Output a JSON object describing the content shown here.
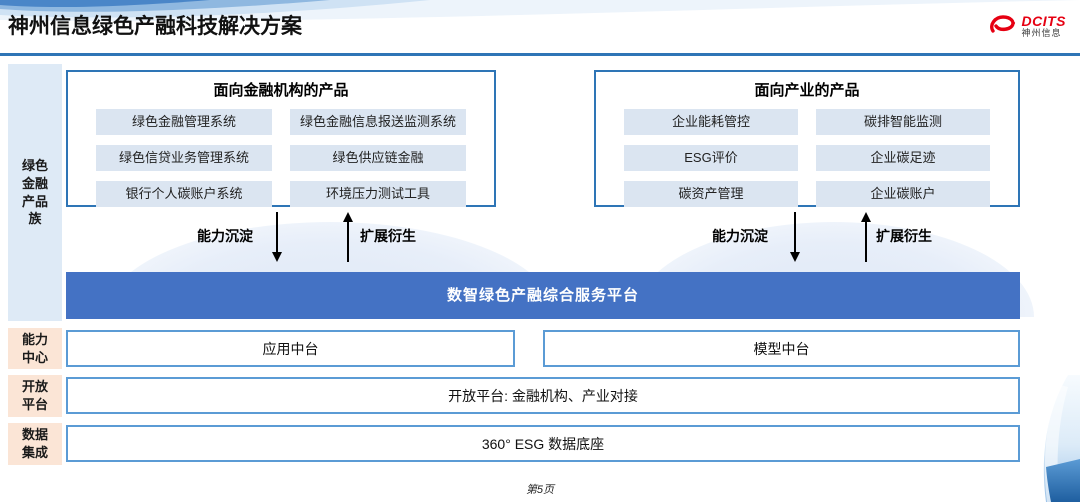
{
  "header": {
    "title": "神州信息绿色产融科技解决方案",
    "logo": {
      "brand": "DCITS",
      "brand_cn": "神州信息"
    }
  },
  "sidebar": {
    "product_family": "绿色金融产品族",
    "capability_center": "能力中心",
    "open_platform": "开放平台",
    "data_integration": "数据集成"
  },
  "panels": [
    {
      "title": "面向金融机构的产品",
      "items": [
        "绿色金融管理系统",
        "绿色金融信息报送监测系统",
        "绿色信贷业务管理系统",
        "绿色供应链金融",
        "银行个人碳账户系统",
        "环境压力测试工具"
      ]
    },
    {
      "title": "面向产业的产品",
      "items": [
        "企业能耗管控",
        "碳排智能监测",
        "ESG评价",
        "企业碳足迹",
        "碳资产管理",
        "企业碳账户"
      ]
    }
  ],
  "flows": {
    "down_label": "能力沉淀",
    "up_label": "扩展衍生"
  },
  "platform": {
    "title": "数智绿色产融综合服务平台"
  },
  "rows": {
    "app_middle": "应用中台",
    "model_middle": "模型中台",
    "open_platform": "开放平台: 金融机构、产业对接",
    "data_base": "360° ESG 数据底座"
  },
  "footer": {
    "page": "第5页"
  },
  "colors": {
    "accent_blue": "#2E75B6",
    "platform_blue": "#4472C4",
    "box_border_blue": "#5B9BD5",
    "item_fill": "#DBE5F1",
    "rail_blue": "#DEEAF6",
    "rail_peach": "#FBE5D6",
    "logo_red": "#E60012"
  }
}
